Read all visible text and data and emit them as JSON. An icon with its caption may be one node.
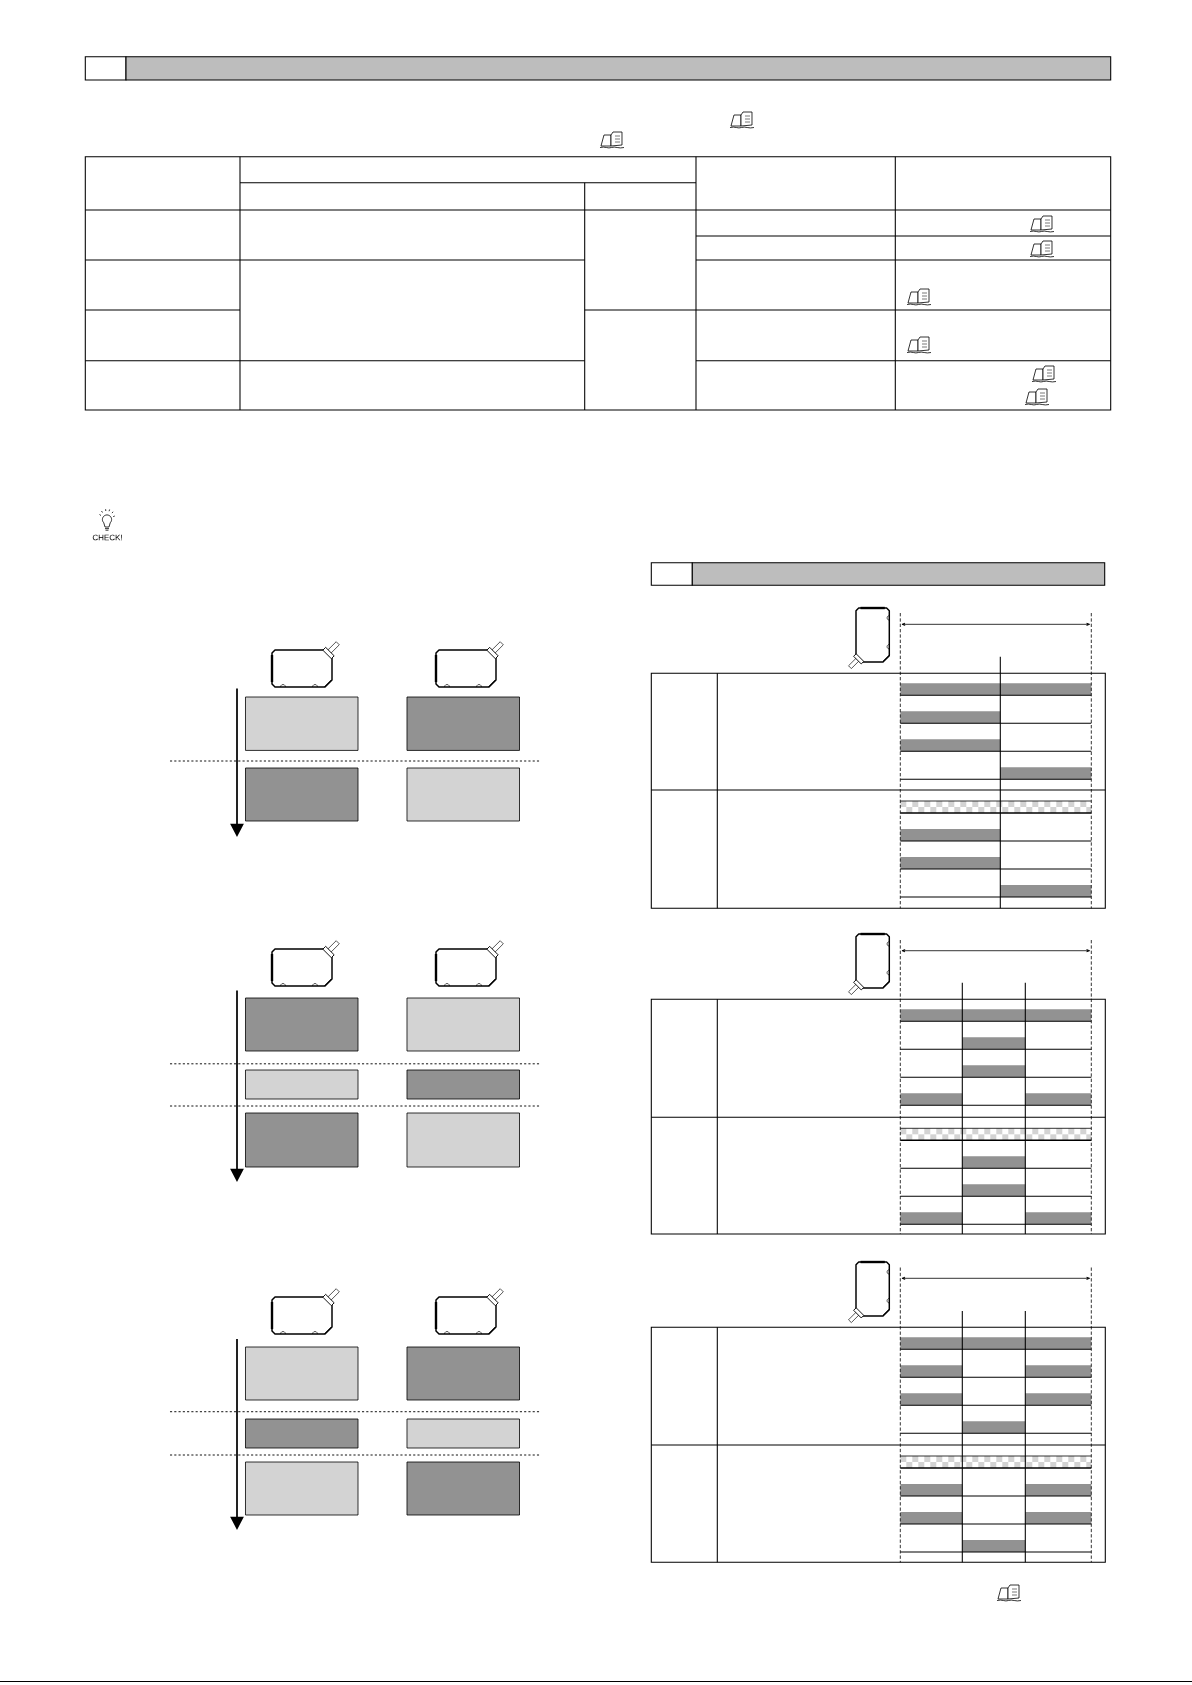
{
  "diagram": {
    "nodes": [
      {
        "text": [],
        "shape": "box"
      },
      {
        "text": [],
        "shape": "box"
      },
      {
        "text": [],
        "shape": "box"
      },
      {
        "text": [],
        "shape": "box"
      },
      {
        "text": [],
        "shape": "box"
      },
      {
        "text": [],
        "shape": "box"
      },
      {
        "text": [],
        "shape": "box"
      },
      {
        "text": [],
        "shape": "box"
      },
      {
        "text": [],
        "shape": "box"
      },
      {
        "text": [],
        "shape": "box"
      },
      {
        "text": [],
        "shape": "box"
      },
      {
        "text": [],
        "shape": "box"
      },
      {
        "text": [],
        "shape": "box"
      },
      {
        "text": [],
        "shape": "box"
      },
      {
        "text": [],
        "shape": "box"
      },
      {
        "text": [],
        "shape": "box"
      }
    ],
    "labels": [
      "CHECK!"
    ]
  }
}
